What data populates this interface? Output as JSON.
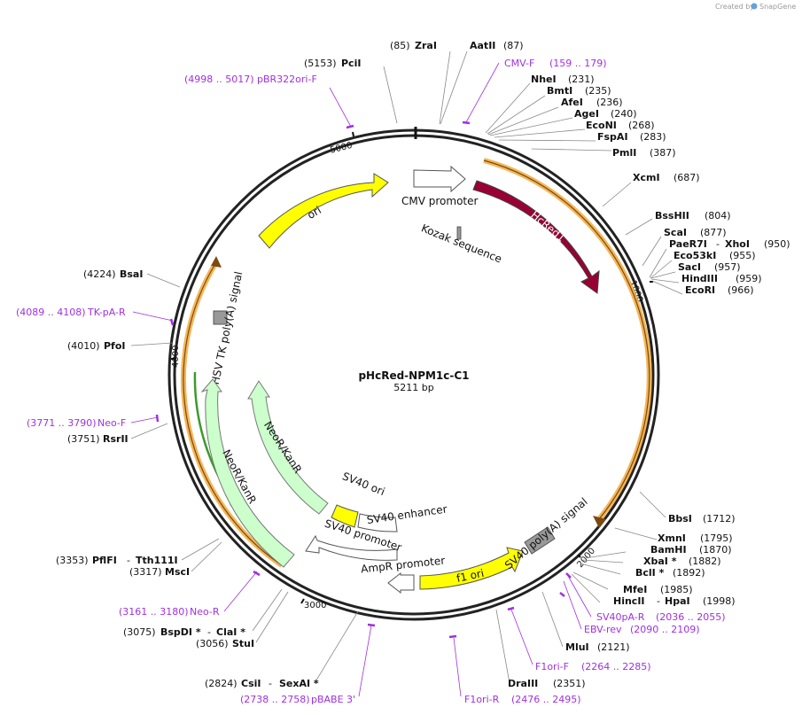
{
  "brand": {
    "created_by": "Created by",
    "name": "SnapGene"
  },
  "plasmid": {
    "name": "pHcRed-NPM1c-C1",
    "length": "5211 bp"
  },
  "ticks": [
    "1000",
    "2000",
    "3000",
    "4000",
    "5000"
  ],
  "features": [
    {
      "label": "HcRed1",
      "color": "#990033"
    },
    {
      "label": "CMV promoter",
      "color": "#ffffff"
    },
    {
      "label": "Kozak sequence",
      "color": "#999999"
    },
    {
      "label": "ori",
      "color": "#ffff00"
    },
    {
      "label": "HSV TK poly(A) signal",
      "color": "#999999"
    },
    {
      "label": "NeoR/KanR",
      "color": "#ccffcc"
    },
    {
      "label": "NeoR/KanR",
      "color": "#ccffcc"
    },
    {
      "label": "SV40 ori",
      "color": "#ffff00"
    },
    {
      "label": "SV40 enhancer",
      "color": "#ffffff"
    },
    {
      "label": "SV40 promoter",
      "color": "#ffffff"
    },
    {
      "label": "AmpR promoter",
      "color": "#ffffff"
    },
    {
      "label": "f1 ori",
      "color": "#ffff00"
    },
    {
      "label": "SV40 poly(A) signal",
      "color": "#999999"
    }
  ],
  "sites": [
    {
      "name": "ZraI",
      "pos": "(85)"
    },
    {
      "name": "AatII",
      "pos": "(87)"
    },
    {
      "name": "PciI",
      "pos": "(5153)"
    },
    {
      "name": "NheI",
      "pos": "(231)"
    },
    {
      "name": "BmtI",
      "pos": "(235)"
    },
    {
      "name": "AfeI",
      "pos": "(236)"
    },
    {
      "name": "AgeI",
      "pos": "(240)"
    },
    {
      "name": "EcoNI",
      "pos": "(268)"
    },
    {
      "name": "FspAI",
      "pos": "(283)"
    },
    {
      "name": "PmlI",
      "pos": "(387)"
    },
    {
      "name": "XcmI",
      "pos": "(687)"
    },
    {
      "name": "BssHII",
      "pos": "(804)"
    },
    {
      "name": "ScaI",
      "pos": "(877)"
    },
    {
      "name": "PaeR7I",
      "name2": "XhoI",
      "pos": "(950)"
    },
    {
      "name": "Eco53kI",
      "pos": "(955)"
    },
    {
      "name": "SacI",
      "pos": "(957)"
    },
    {
      "name": "HindIII",
      "pos": "(959)"
    },
    {
      "name": "EcoRI",
      "pos": "(966)"
    },
    {
      "name": "BbsI",
      "pos": "(1712)"
    },
    {
      "name": "XmnI",
      "pos": "(1795)"
    },
    {
      "name": "BamHI",
      "pos": "(1870)"
    },
    {
      "name": "XbaI *",
      "pos": "(1882)"
    },
    {
      "name": "BclI *",
      "pos": "(1892)"
    },
    {
      "name": "MfeI",
      "pos": "(1985)"
    },
    {
      "name": "HincII",
      "name2": "HpaI",
      "pos": "(1998)"
    },
    {
      "name": "MluI",
      "pos": "(2121)"
    },
    {
      "name": "DraIII",
      "pos": "(2351)"
    },
    {
      "name": "CsiI",
      "name2": "SexAI *",
      "pos": "(2824)"
    },
    {
      "name": "StuI",
      "pos": "(3056)"
    },
    {
      "name": "BspDI *",
      "name2": "ClaI *",
      "pos": "(3075)"
    },
    {
      "name": "MscI",
      "pos": "(3317)"
    },
    {
      "name": "PflFI",
      "name2": "Tth111I",
      "pos": "(3353)"
    },
    {
      "name": "RsrII",
      "pos": "(3751)"
    },
    {
      "name": "PfoI",
      "pos": "(4010)"
    },
    {
      "name": "BsaI",
      "pos": "(4224)"
    }
  ],
  "primers": [
    {
      "name": "CMV-F",
      "range": "(159 .. 179)"
    },
    {
      "name": "pBR322ori-F",
      "range": "(4998 .. 5017)"
    },
    {
      "name": "TK-pA-R",
      "range": "(4089 .. 4108)"
    },
    {
      "name": "Neo-F",
      "range": "(3771 .. 3790)"
    },
    {
      "name": "Neo-R",
      "range": "(3161 .. 3180)"
    },
    {
      "name": "SV40pA-R",
      "range": "(2036 .. 2055)"
    },
    {
      "name": "EBV-rev",
      "range": "(2090 .. 2109)"
    },
    {
      "name": "F1ori-F",
      "range": "(2264 .. 2285)"
    },
    {
      "name": "F1ori-R",
      "range": "(2476 .. 2495)"
    },
    {
      "name": "pBABE 3'",
      "range": "(2738 .. 2758)"
    }
  ],
  "sep": "-"
}
